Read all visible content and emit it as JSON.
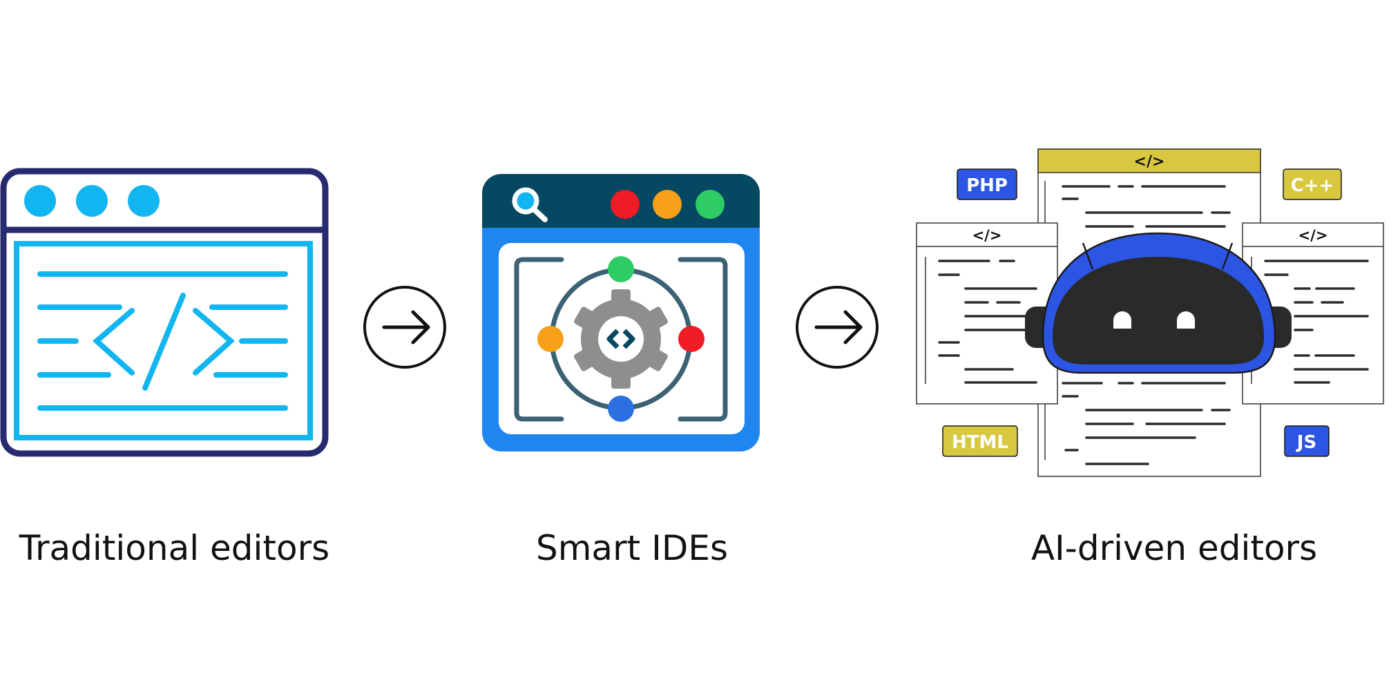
{
  "stages": [
    {
      "label": "Traditional editors"
    },
    {
      "label": "Smart IDEs"
    },
    {
      "label": "AI-driven editors"
    }
  ],
  "code_symbol": "</>",
  "language_badges": {
    "php": "PHP",
    "cpp": "C++",
    "html": "HTML",
    "js": "JS"
  },
  "arrows": [
    {
      "icon": "arrow-right-icon"
    },
    {
      "icon": "arrow-right-icon"
    }
  ],
  "colors": {
    "navy": "#262a6f",
    "cyan": "#11b5f0",
    "ide_header": "#064862",
    "ide_body": "#1e86ee",
    "gear": "#8e8e8e",
    "ring": "#3b6272",
    "dot_red": "#ee1c24",
    "dot_orange": "#f7a11b",
    "dot_green": "#2ecc64",
    "dot_blue": "#2b6fe0",
    "robot_blue": "#2b55e2",
    "robot_face": "#2a2a2a",
    "badge_yellow": "#d8c840",
    "badge_blue": "#2b55e2"
  }
}
